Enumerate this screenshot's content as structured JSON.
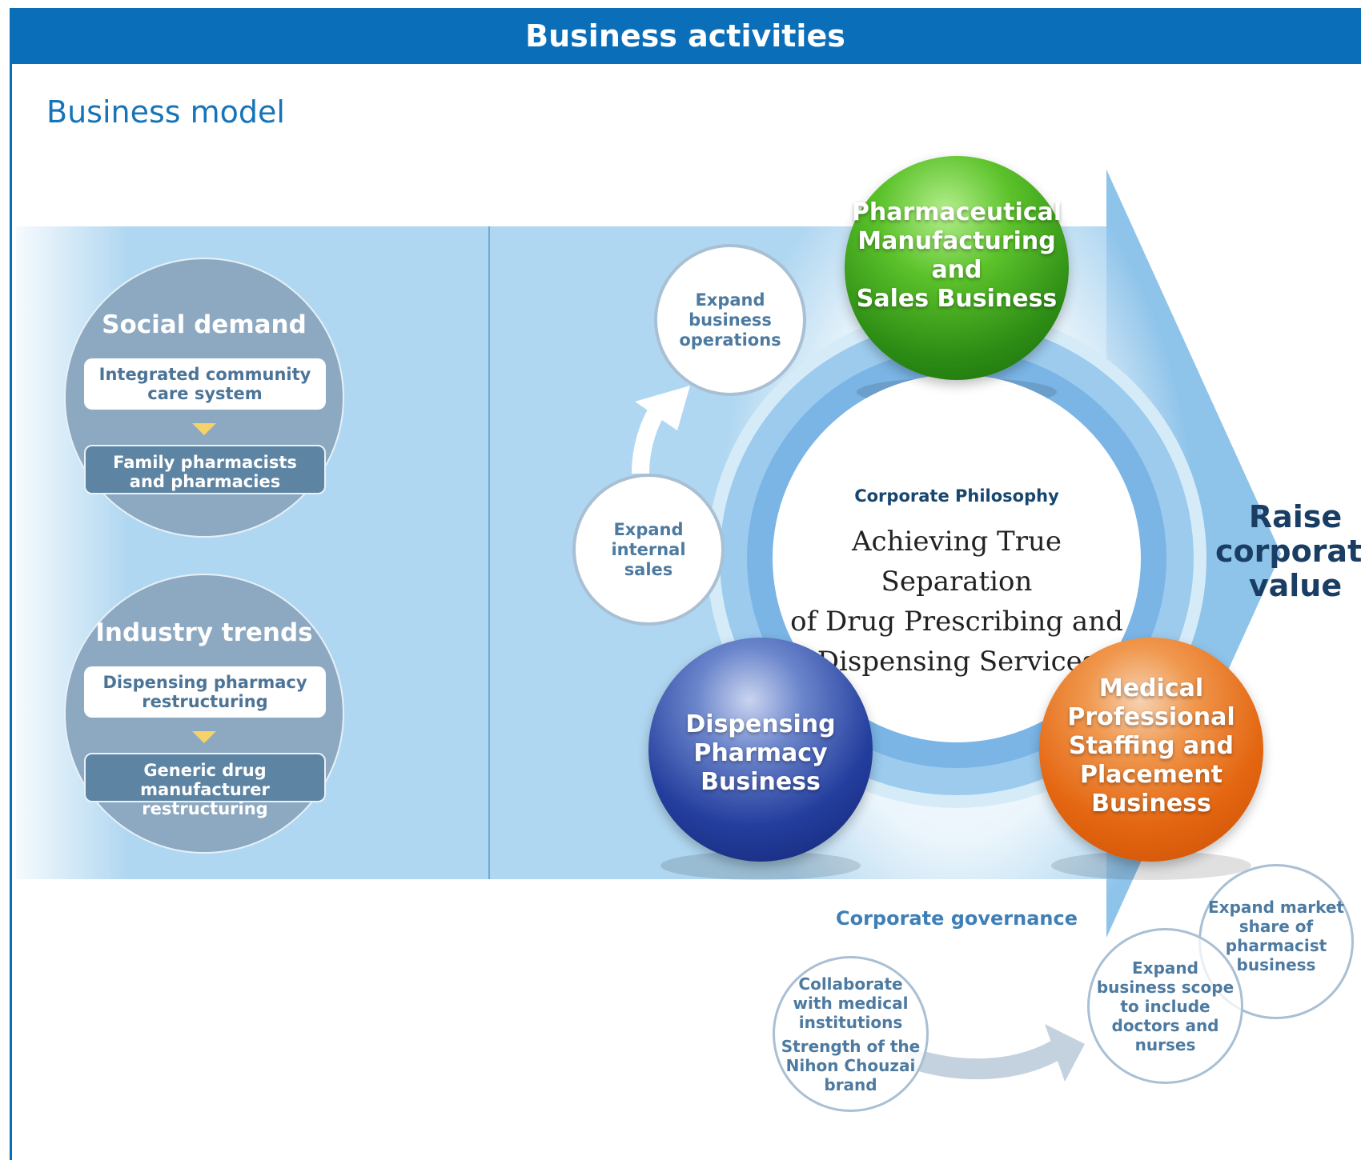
{
  "header": {
    "title": "Business activities"
  },
  "section": {
    "title": "Business model"
  },
  "left": {
    "social": {
      "title": "Social demand",
      "top": [
        "Integrated community",
        "care system"
      ],
      "bottom": [
        "Family pharmacists",
        "and pharmacies"
      ]
    },
    "industry": {
      "title": "Industry trends",
      "top": [
        "Dispensing pharmacy",
        "restructuring"
      ],
      "bottom": [
        "Generic drug",
        "manufacturer restructuring"
      ]
    }
  },
  "center": {
    "philosophy_label": "Corporate Philosophy",
    "philosophy_text": [
      "Achieving True Separation",
      "of Drug Prescribing and",
      "Dispensing Services"
    ],
    "green": [
      "Pharmaceutical",
      "Manufacturing and",
      "Sales Business"
    ],
    "blue": [
      "Dispensing",
      "Pharmacy Business"
    ],
    "orange": [
      "Medical",
      "Professional",
      "Staffing and",
      "Placement",
      "Business"
    ],
    "expand_ops": [
      "Expand business",
      "operations"
    ],
    "expand_internal": [
      "Expand internal",
      "sales"
    ]
  },
  "bottom": {
    "governance": "Corporate governance",
    "collab": [
      "Collaborate",
      "with medical",
      "institutions"
    ],
    "strength": [
      "Strength of the",
      "Nihon Chouzai",
      "brand"
    ],
    "scope": [
      "Expand",
      "business scope",
      "to include",
      "doctors and",
      "nurses"
    ],
    "market": [
      "Expand market",
      "share of",
      "pharmacist",
      "business"
    ]
  },
  "right": {
    "raise": [
      "Raise",
      "corporate",
      "value"
    ]
  },
  "colors": {
    "brand_blue": "#0a6fb8",
    "green": "#3aa41b",
    "navy": "#243e9e",
    "orange": "#e46611"
  }
}
